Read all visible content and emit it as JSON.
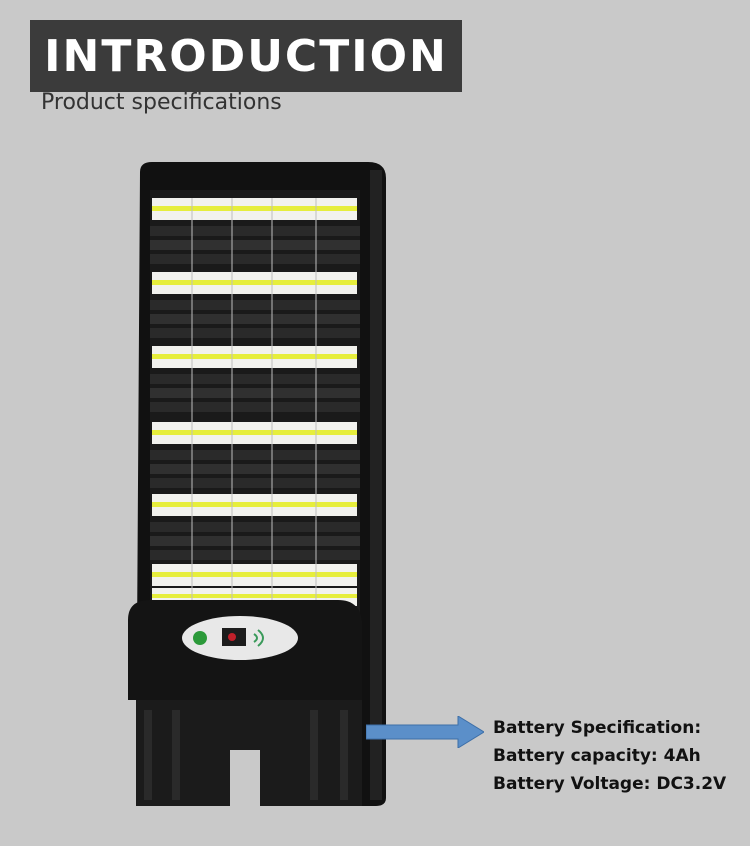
{
  "header": {
    "title": "INTRODUCTION",
    "subtitle": "Product specifications"
  },
  "specs": {
    "heading": "Battery Specification:",
    "capacity": "Battery capacity: 4Ah",
    "voltage": "Battery Voltage: DC3.2V"
  },
  "colors": {
    "background": "#c9c9c9",
    "title_box": "#3b3b3b",
    "led_yellow": "#e6ee3c",
    "arrow_blue": "#5b8fc9"
  },
  "icons": [
    "power-button-icon",
    "sensor-window-icon",
    "wireless-signal-icon"
  ]
}
